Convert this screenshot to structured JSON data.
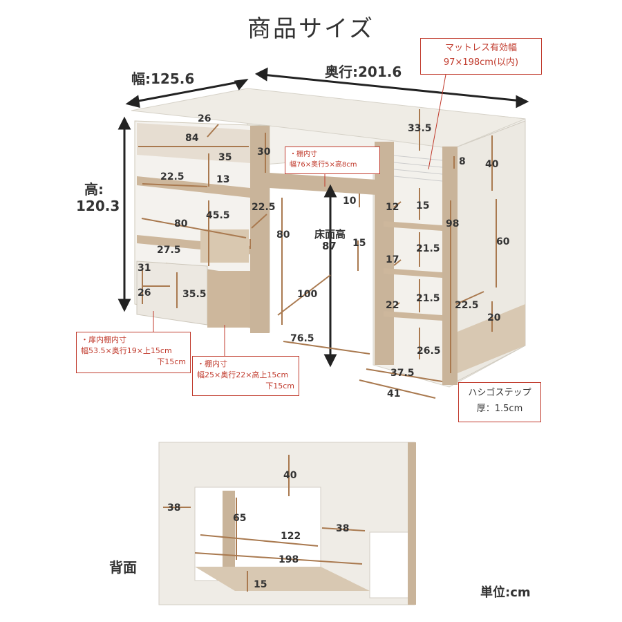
{
  "title": "商品サイズ",
  "unit": "単位:cm",
  "back_label": "背面",
  "overall": {
    "width": "幅:125.6",
    "depth": "奥行:201.6",
    "height_label": "高:",
    "height_value": "120.3"
  },
  "floor_height": {
    "label": "床面高",
    "value": "87"
  },
  "mattress_box": {
    "line1": "マットレス有効幅",
    "line2": "97×198cm(以内)"
  },
  "shelf_inner_box": {
    "prefix": "・",
    "line1": "棚内寸",
    "line2": "幅76×奥行5×高8cm"
  },
  "door_shelf_box": {
    "line1": "・扉内棚内寸",
    "line2": "幅53.5×奥行19×上15cm",
    "line3": "下15cm"
  },
  "shelf_box": {
    "line1": "・棚内寸",
    "line2": "幅25×奥行22×高上15cm",
    "line3": "下15cm"
  },
  "step_box": {
    "line1": "ハシゴステップ",
    "line2": "厚：1.5cm"
  },
  "front_dims": [
    "26",
    "84",
    "35",
    "30",
    "22.5",
    "13",
    "45.5",
    "22.5",
    "80",
    "80",
    "27.5",
    "31",
    "26",
    "35.5",
    "100",
    "76.5",
    "10",
    "15",
    "33.5",
    "8",
    "40",
    "15",
    "12",
    "21.5",
    "17",
    "21.5",
    "22",
    "98",
    "60",
    "22.5",
    "20",
    "26.5",
    "37.5",
    "41"
  ],
  "back_dims": [
    "40",
    "38",
    "65",
    "122",
    "38",
    "198",
    "15"
  ],
  "colors": {
    "wood": "#c9b49a",
    "white_panel": "#eeebe5",
    "arrow": "#a9794f",
    "box_border": "#c0392b"
  }
}
